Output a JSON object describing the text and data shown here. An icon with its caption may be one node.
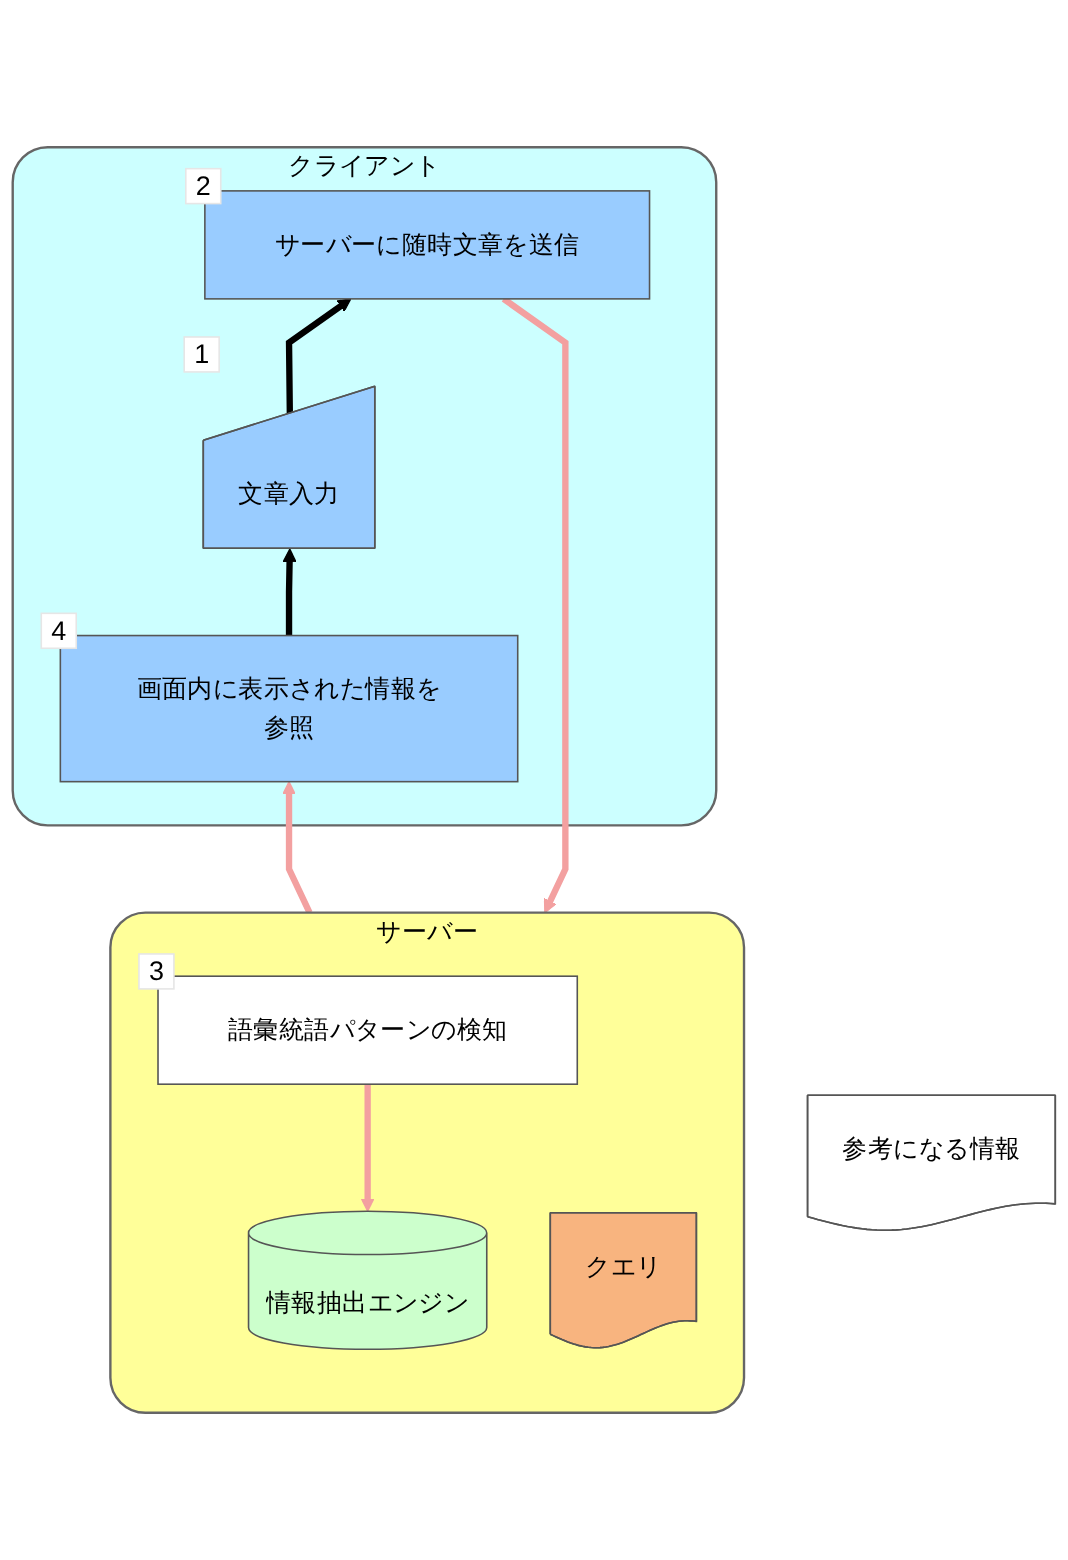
{
  "diagram": {
    "nodes": [
      {
        "text": [
          "クライアント"
        ]
      },
      {
        "text": [
          "文章入力"
        ],
        "in": 0,
        "beside": [
          "1"
        ]
      },
      {
        "text": [
          "サーバーに随時文章を送信"
        ],
        "in": 0,
        "beside": [
          "2"
        ]
      },
      {
        "text": [
          "画面内に表示された情報を参照"
        ],
        "in": 0,
        "beside": [
          "4"
        ]
      },
      {
        "text": [
          "参考になる情報"
        ]
      },
      {
        "text": [
          "サーバー"
        ]
      },
      {
        "text": [
          "語彙統語パターンの検知"
        ],
        "in": 5,
        "beside": [
          "3"
        ]
      },
      {
        "text": [
          "クエリ"
        ],
        "in": 5
      },
      {
        "text": [
          "情報抽出エンジン"
        ],
        "in": 5
      }
    ],
    "edges": [
      {
        "from": 1,
        "to": 2,
        "arrow": "to",
        "color": "#000000"
      },
      {
        "from": 3,
        "to": 1,
        "arrow": "to",
        "color": "#000000"
      },
      {
        "from": 2,
        "to": 5,
        "arrow": "to"
      },
      {
        "from": 5,
        "to": 3,
        "arrow": "to"
      },
      {
        "from": 6,
        "to": 8,
        "arrow": "to"
      }
    ]
  }
}
